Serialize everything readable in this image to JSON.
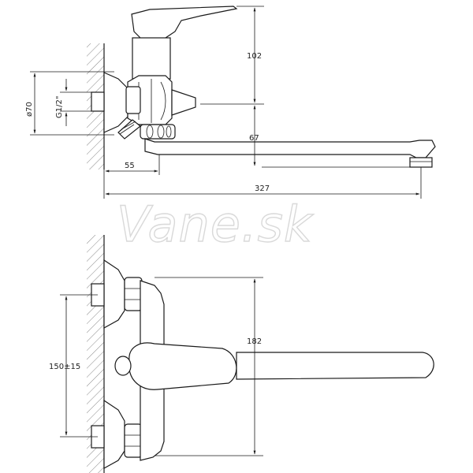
{
  "watermark": "Vane.sk",
  "dimensions": {
    "side_view": {
      "height_lever": "102",
      "wall_diameter": "ø70",
      "thread": "G1/2\"",
      "spout_height": "67",
      "wall_offset": "55",
      "total_length": "327"
    },
    "top_view": {
      "depth": "182",
      "inlet_spacing": "150±15"
    }
  }
}
